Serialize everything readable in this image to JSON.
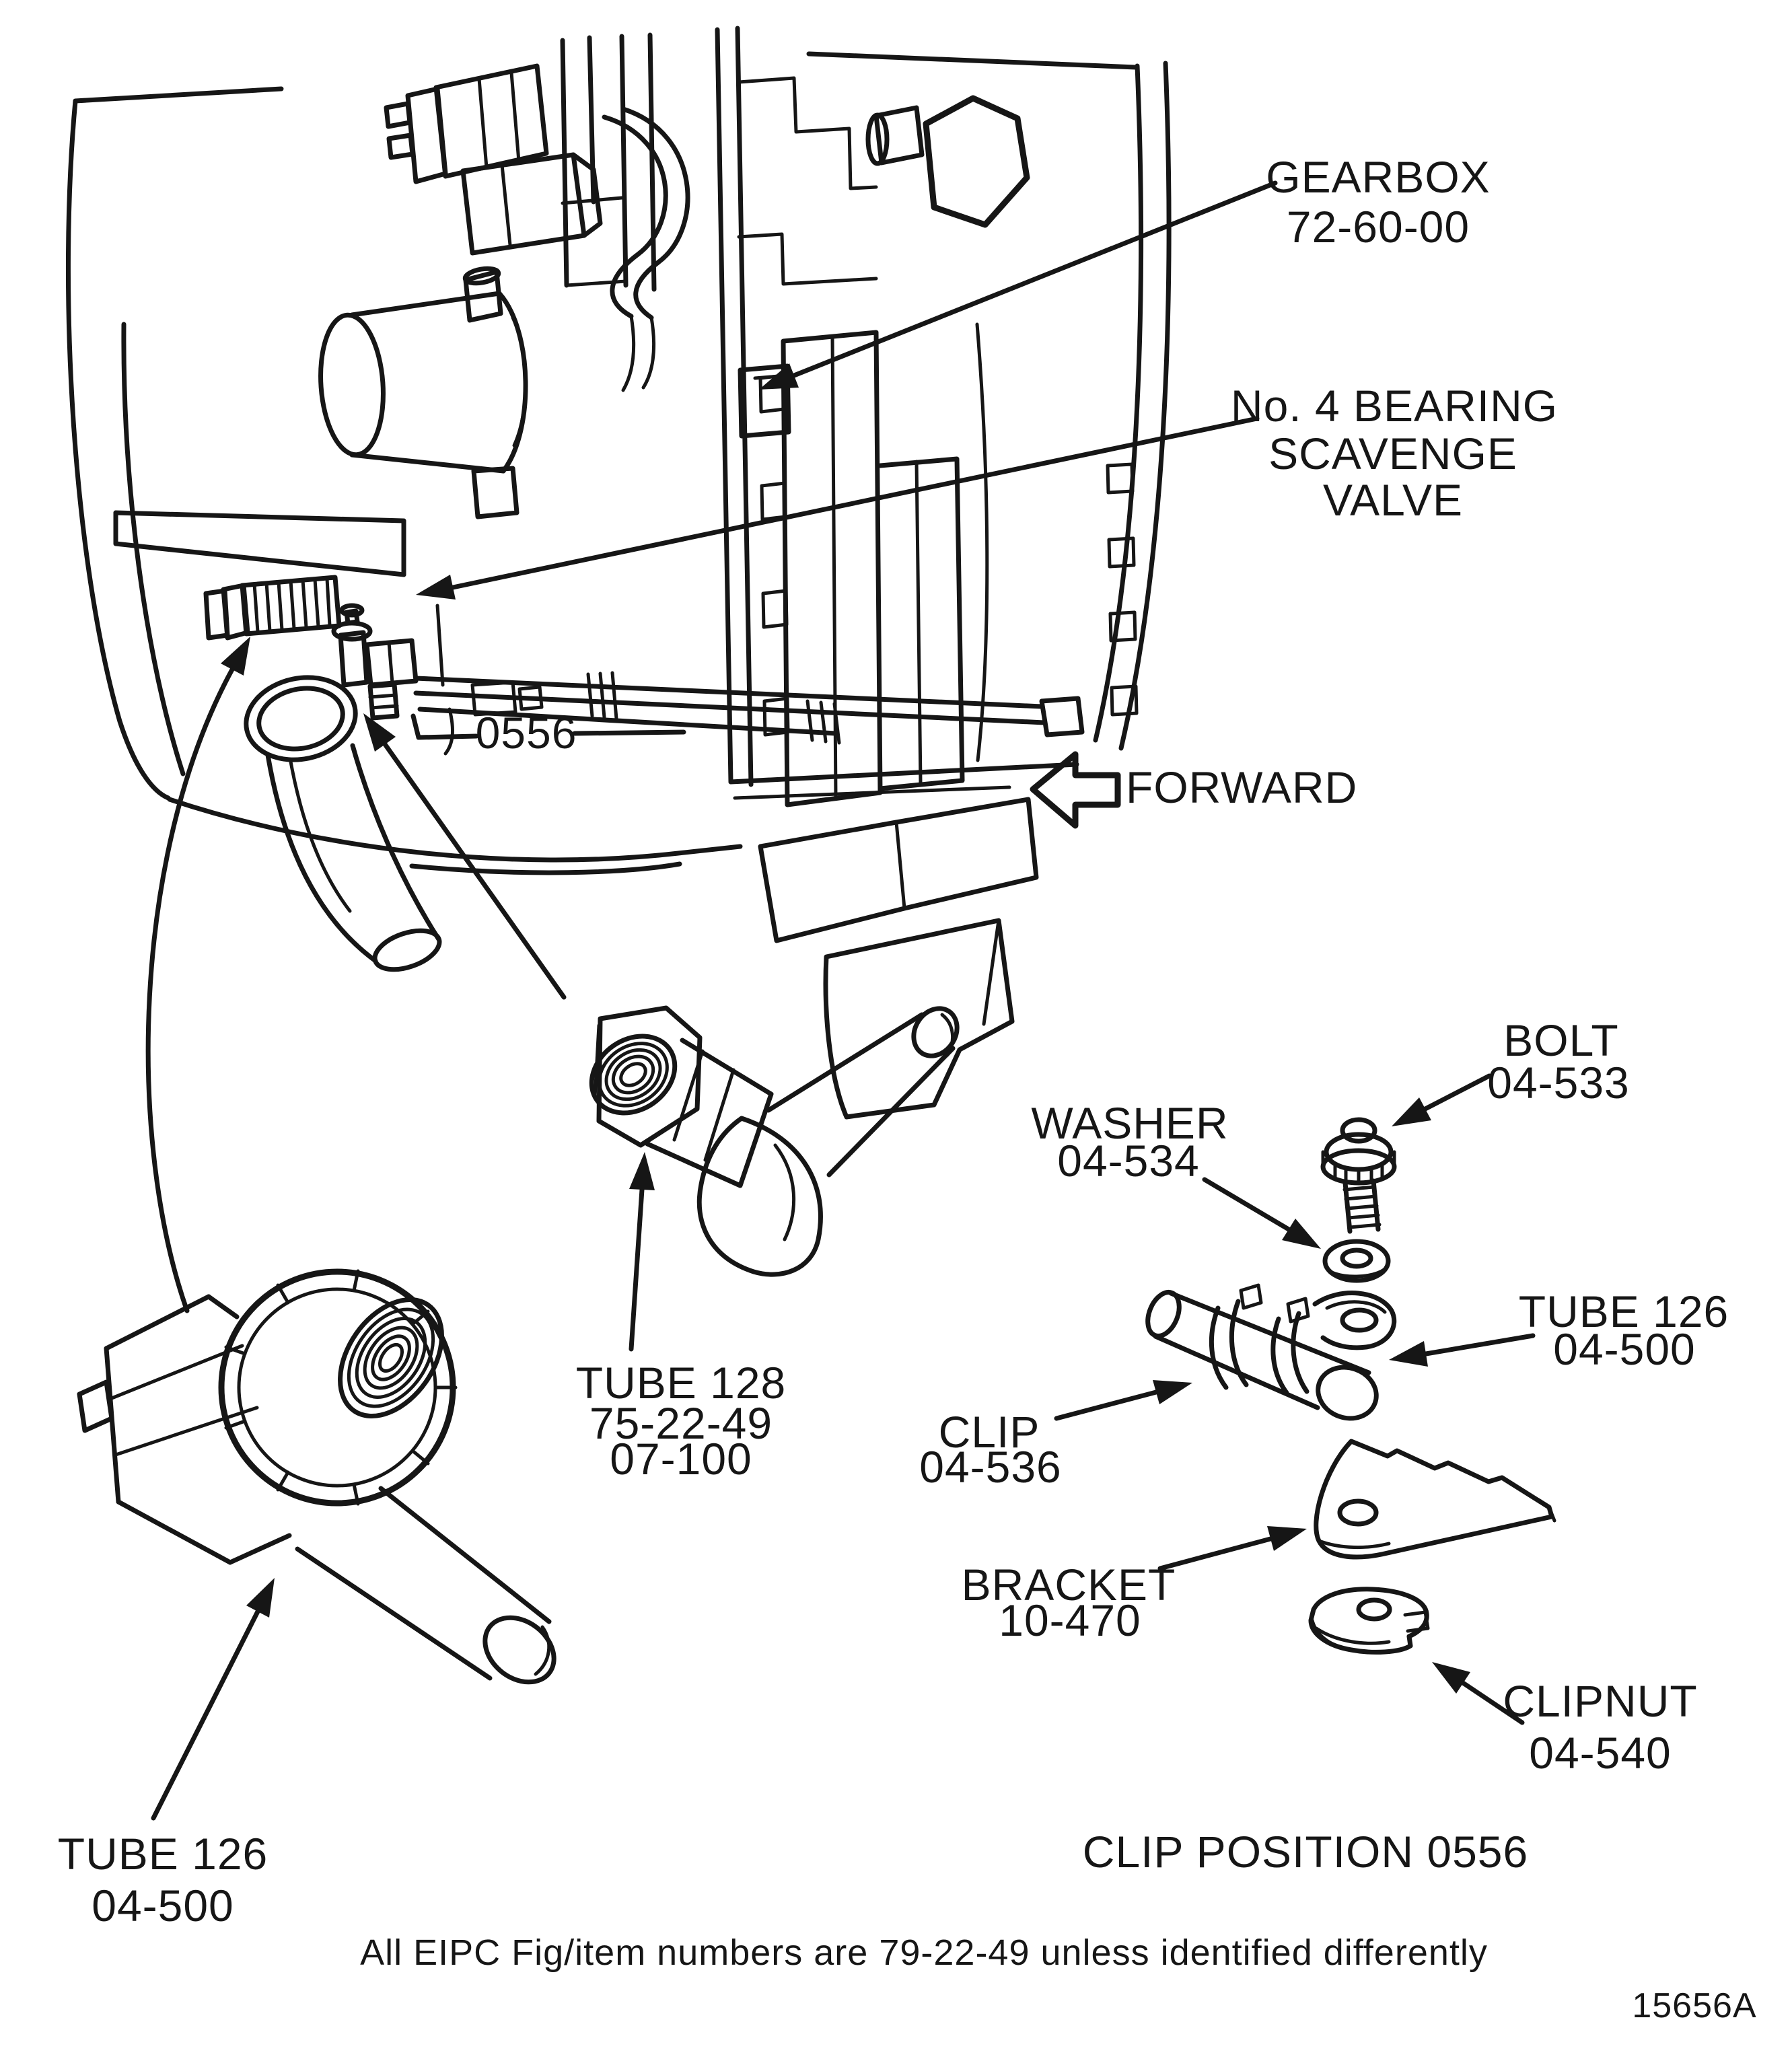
{
  "figure": {
    "footer_note": "All EIPC Fig/item numbers are 79-22-49 unless identified differently",
    "figure_number": "15656A",
    "colors": {
      "ink": "#161616",
      "background": "#ffffff"
    }
  },
  "callouts": {
    "gearbox": {
      "name": "GEARBOX",
      "ref": "72-60-00"
    },
    "no4_bearing_scavenge_valve": {
      "line1": "No. 4 BEARING",
      "line2": "SCAVENGE",
      "line3": "VALVE"
    },
    "clip_position_code": "0556",
    "forward": "FORWARD",
    "tube_128": {
      "name": "TUBE 128",
      "ref1": "75-22-49",
      "ref2": "07-100"
    },
    "tube_126_lower_left": {
      "name": "TUBE 126",
      "ref": "04-500"
    },
    "bolt": {
      "name": "BOLT",
      "ref": "04-533"
    },
    "washer": {
      "name": "WASHER",
      "ref": "04-534"
    },
    "tube_126_right": {
      "name": "TUBE 126",
      "ref": "04-500"
    },
    "clip": {
      "name": "CLIP",
      "ref": "04-536"
    },
    "bracket": {
      "name": "BRACKET",
      "ref": "10-470"
    },
    "clipnut": {
      "name": "CLIPNUT",
      "ref": "04-540"
    },
    "clip_position_title": "CLIP POSITION 0556"
  }
}
